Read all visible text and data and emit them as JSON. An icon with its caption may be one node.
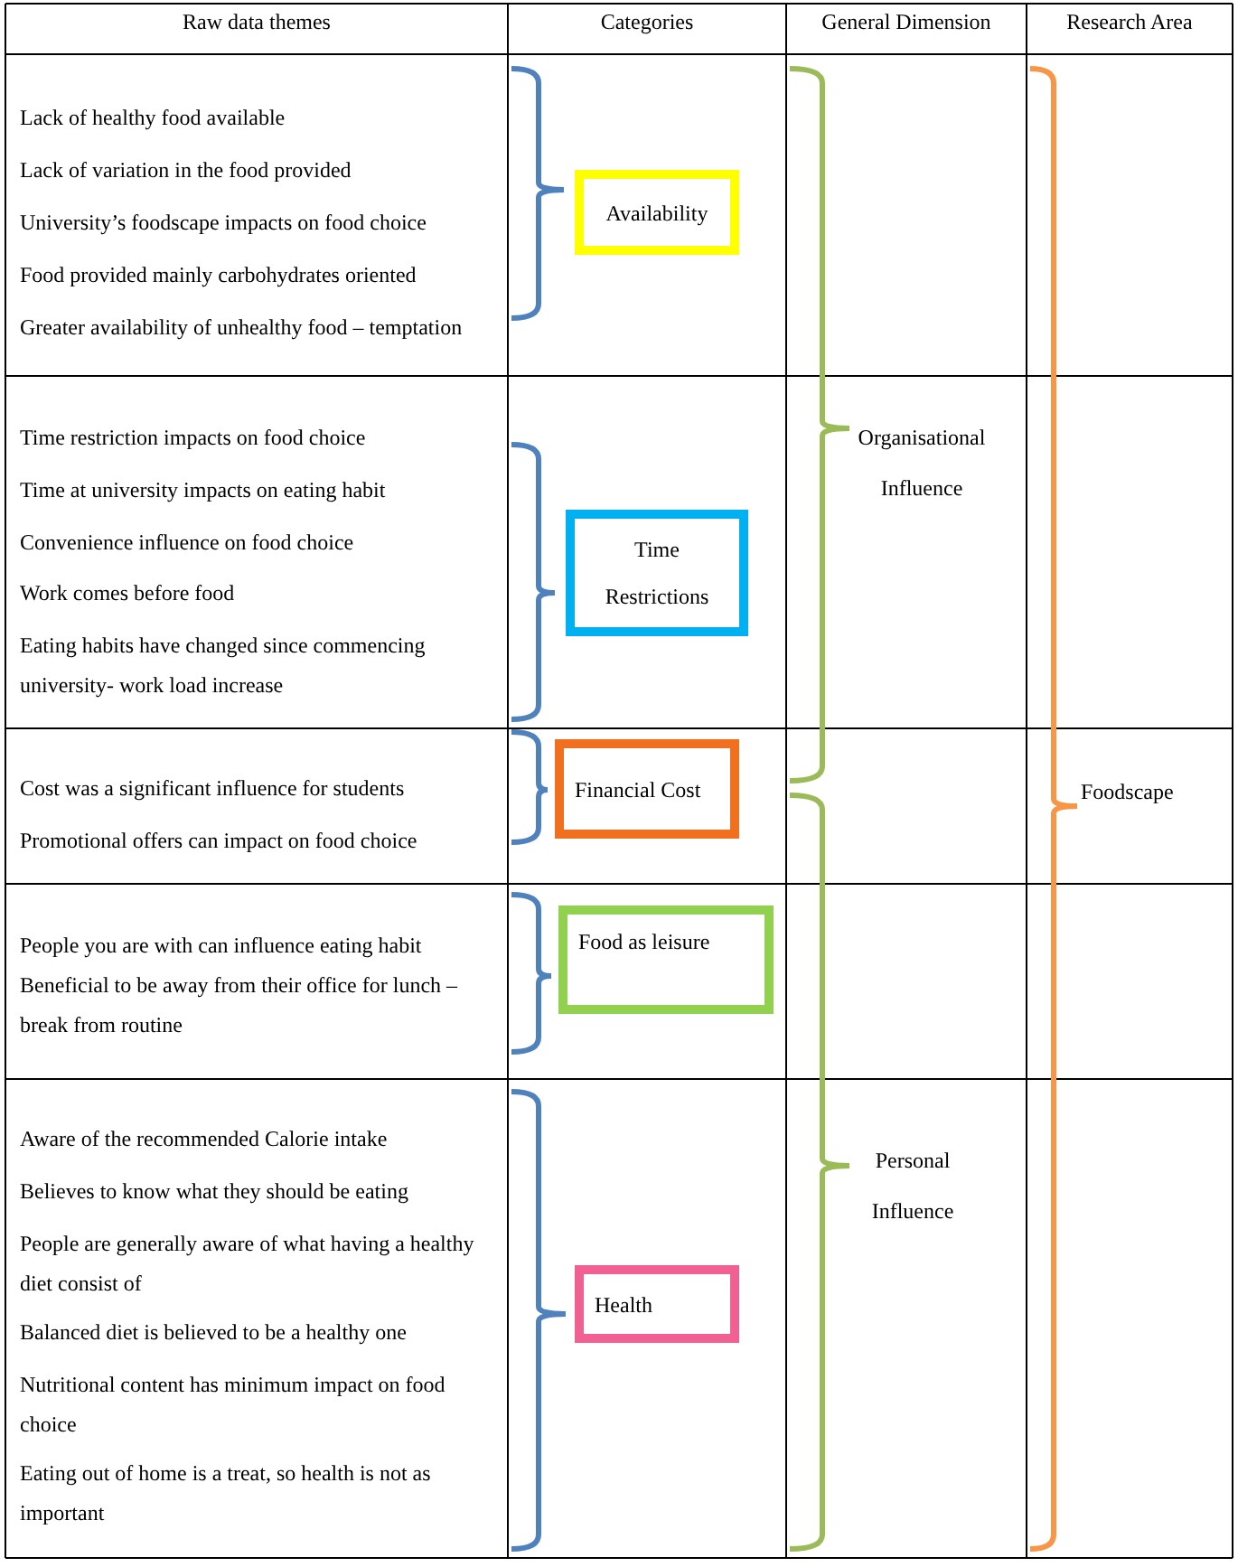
{
  "diagram": {
    "nodes": [
      {
        "text": [
          "Availability"
        ]
      },
      {
        "text": [
          "Time Restrictions"
        ]
      },
      {
        "text": [
          "Financial Cost"
        ]
      },
      {
        "text": [
          "Food as leisure"
        ]
      },
      {
        "text": [
          "Health"
        ]
      }
    ],
    "labels": [
      "Raw data themes",
      "Categories",
      "General Dimension",
      "Research Area",
      "Lack of healthy food available",
      "Lack of variation in the food provided",
      "University’s foodscape impacts on food choice",
      "Food provided mainly carbohydrates oriented",
      "Greater availability of unhealthy food – temptation",
      "Time restriction impacts on food choice",
      "Time at university impacts on eating habit",
      "Convenience influence on food choice",
      "Work comes before food",
      "Eating habits have changed since commencing university- work load increase",
      "Cost was a significant influence for students",
      "Promotional offers can impact on food choice",
      "People you are with can influence eating habit",
      "Beneficial to be away from their office for lunch – break from routine",
      "Aware of the recommended Calorie intake",
      "Believes to know what they should be eating",
      "People are generally aware of what having a healthy diet consist of",
      "Balanced diet is believed to be a healthy one",
      "Nutritional content has minimum impact on food choice",
      "Eating out of home is a treat, so health is not as important",
      "Organisational Influence",
      "Personal Influence",
      "Foodscape"
    ]
  }
}
